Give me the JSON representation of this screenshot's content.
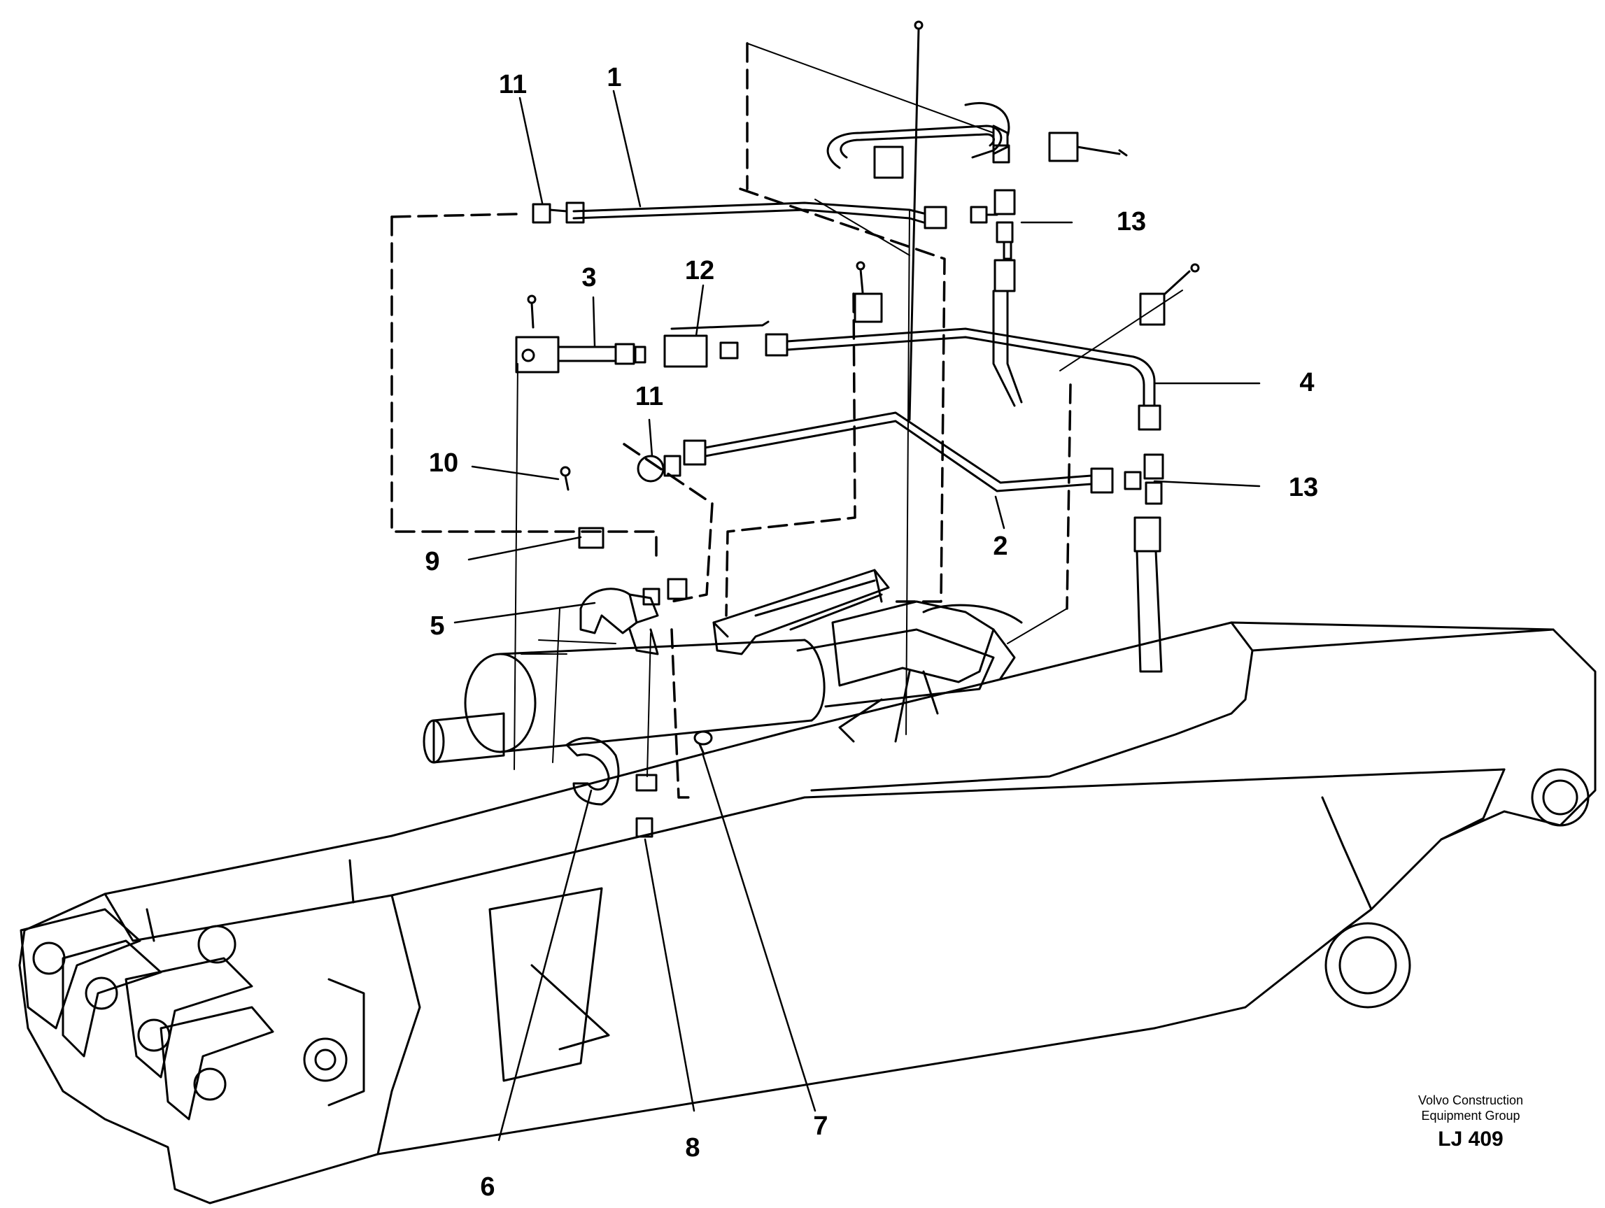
{
  "callouts": {
    "c1": "1",
    "c2": "2",
    "c3": "3",
    "c4": "4",
    "c5": "5",
    "c6": "6",
    "c7": "7",
    "c8": "8",
    "c9": "9",
    "c10": "10",
    "c11a": "11",
    "c11b": "11",
    "c12": "12",
    "c13a": "13",
    "c13b": "13"
  },
  "footer": {
    "company_line1": "Volvo Construction",
    "company_line2": "Equipment Group",
    "code": "LJ 409"
  },
  "colors": {
    "ink": "#000000",
    "paper": "#ffffff"
  }
}
